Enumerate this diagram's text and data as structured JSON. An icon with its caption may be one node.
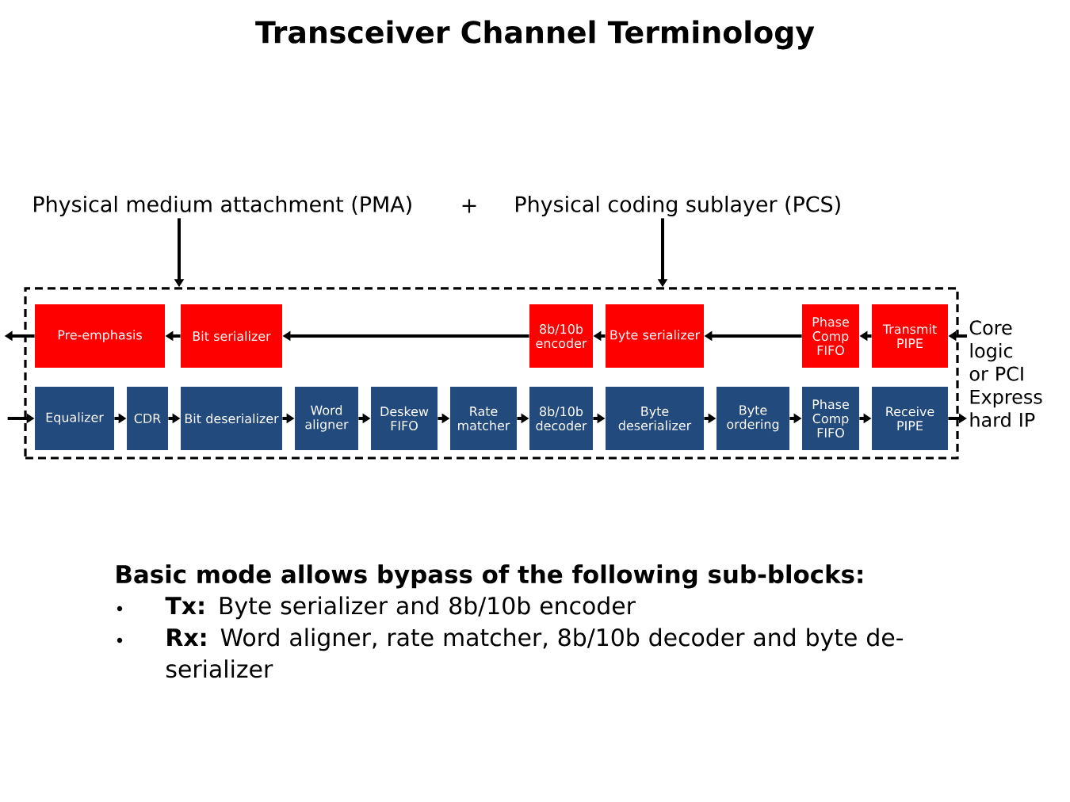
{
  "diagram": {
    "title": "Transceiver Channel Terminology",
    "nodes": [
      {
        "text": [
          "Physical medium attachment (PMA)"
        ]
      },
      {
        "text": [
          "Physical coding sublayer (PCS)"
        ]
      },
      {
        "text": [],
        "shape": "box"
      },
      {
        "text": [
          "Pre-emphasis"
        ],
        "in": 2
      },
      {
        "text": [
          "Bit serializer"
        ],
        "in": 2
      },
      {
        "text": [
          "8b/10b encoder"
        ],
        "in": 2
      },
      {
        "text": [
          "Byte serializer"
        ],
        "in": 2
      },
      {
        "text": [
          "Phase Comp FIFO"
        ],
        "in": 2
      },
      {
        "text": [
          "Transmit PIPE"
        ],
        "in": 2
      },
      {
        "text": [
          "Equalizer"
        ],
        "in": 2
      },
      {
        "text": [
          "CDR"
        ],
        "in": 2
      },
      {
        "text": [
          "Bit deserializer"
        ],
        "in": 2
      },
      {
        "text": [
          "Word aligner"
        ],
        "in": 2
      },
      {
        "text": [
          "Deskew FIFO"
        ],
        "in": 2
      },
      {
        "text": [
          "Rate matcher"
        ],
        "in": 2
      },
      {
        "text": [
          "8b/10b decoder"
        ],
        "in": 2
      },
      {
        "text": [
          "Byte deserializer"
        ],
        "in": 2
      },
      {
        "text": [
          "Byte ordering"
        ],
        "in": 2
      },
      {
        "text": [
          "Phase Comp FIFO"
        ],
        "in": 2
      },
      {
        "text": [
          "Receive PIPE"
        ],
        "in": 2
      },
      {
        "text": [
          "Core logic or PCI Express hard IP"
        ]
      }
    ],
    "edges": [
      {
        "from": 0,
        "to": 2,
        "arrow": "to"
      },
      {
        "from": 1,
        "to": 2,
        "arrow": "to"
      },
      {
        "from": 20,
        "to": 8,
        "arrow": "to"
      },
      {
        "from": 8,
        "to": 7,
        "arrow": "to"
      },
      {
        "from": 7,
        "to": 6,
        "arrow": "to"
      },
      {
        "from": 6,
        "to": 5,
        "arrow": "to"
      },
      {
        "from": 5,
        "to": 4,
        "arrow": "to"
      },
      {
        "from": 4,
        "to": 3,
        "arrow": "to"
      },
      {
        "from": 3,
        "to": null,
        "arrow": "to"
      },
      {
        "from": null,
        "to": 9,
        "arrow": "to"
      },
      {
        "from": 9,
        "to": 10,
        "arrow": "to"
      },
      {
        "from": 10,
        "to": 11,
        "arrow": "to"
      },
      {
        "from": 11,
        "to": 12,
        "arrow": "to"
      },
      {
        "from": 12,
        "to": 13,
        "arrow": "to"
      },
      {
        "from": 13,
        "to": 14,
        "arrow": "to"
      },
      {
        "from": 14,
        "to": 15,
        "arrow": "to"
      },
      {
        "from": 15,
        "to": 16,
        "arrow": "to"
      },
      {
        "from": 16,
        "to": 17,
        "arrow": "to"
      },
      {
        "from": 17,
        "to": 18,
        "arrow": "to"
      },
      {
        "from": 18,
        "to": 19,
        "arrow": "to"
      },
      {
        "from": 19,
        "to": 20,
        "arrow": "to"
      }
    ],
    "labels": [
      "+",
      "Basic mode allows bypass of the following sub-blocks:",
      "**Tx:** Byte serializer and 8b/10b encoder",
      "**Rx:** Word aligner, rate matcher, 8b/10b decoder and byte de-serializer"
    ]
  }
}
